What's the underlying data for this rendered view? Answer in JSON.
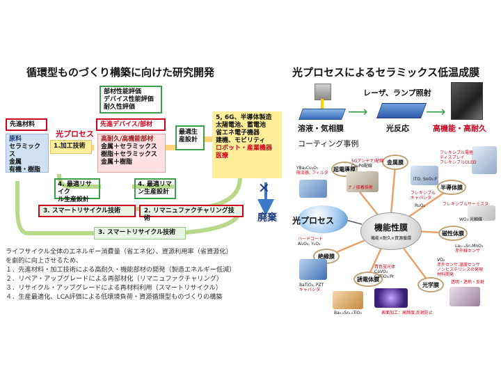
{
  "left": {
    "title": "循環型ものづくり構築に向けた研究開発",
    "eval_items": [
      "部材性能評価",
      "デバイス性能評価",
      "耐久性評価"
    ],
    "advanced_material_header": "先進材料",
    "raw_material": [
      "原料",
      "セラミックス",
      "金属",
      "有機・樹脂"
    ],
    "photo_process_label": "光プロセス",
    "step1": "1.加工技術",
    "advanced_device_header": "先進デバイス/部材",
    "device_items": [
      "高耐久/高機能部材",
      "金属＋セラミックス",
      "樹脂＋セラミックス",
      "金属＋樹脂"
    ],
    "optimal_design": [
      "最適生",
      "産設計"
    ],
    "applications": [
      "5, 6G、半導体製造",
      "太陽電池、蓄電池",
      "省エネ電子機器",
      "建機、モビリティ"
    ],
    "applications_red": [
      "ロボット・産業機器",
      "医療"
    ],
    "step4a": [
      "4. 最適リサイク",
      "ル生産設計"
    ],
    "step4b": [
      "4. 最適リマ",
      "ン生産設計"
    ],
    "step3a": "3. スマートリサイクル技術",
    "step2": "2. リマニュファクチャリング技術",
    "step3b": "3. スマートリサイクル技術",
    "disposal": "廃棄",
    "summary_lines": [
      "ライフサイクル全体のエネルギー消費量（省エネ化）、資源利用率（省資源化）",
      "を劇的に向上させるため、",
      "１．先進材料・加工技術による高耐久・機能部材の開発（製造エネルギー低減）",
      "２．リペア・アップグレードによる再部材化（リマニュファクチャリング）",
      "３．リサイクル・アップグレードによる再材料利用（スマートリサイクル）",
      "４．生産最適化、LCA評価による低環境負荷・資源循環型ものづくりの構築"
    ]
  },
  "right": {
    "title": "光プロセスによるセラミックス低温成膜",
    "laser_label": "レーザ、ランプ照射",
    "step_labels": [
      "溶液・気相膜",
      "光反応",
      "高機能・高耐久"
    ],
    "coating_title": "コーティング事例",
    "center_node": "機能性膜",
    "center_sub": "機能×耐久×資源循環",
    "photo_process_node": "光プロセス",
    "nodes": [
      "超電導膜",
      "金属膜",
      "半導体膜",
      "磁性体膜",
      "光学膜",
      "誘電体膜",
      "絶縁膜"
    ],
    "examples": {
      "superconductor": [
        "YBa₂Cu₃O₇",
        "限流器, フィルタ"
      ],
      "antenna": [
        "5Gアンテナ/配線",
        "Cu₂Pd配線"
      ],
      "nano": [
        "ナノ接着技術"
      ],
      "flexible": [
        "フレキシブル電極",
        "ディスプレイ",
        "フレキシブルOLED"
      ],
      "ito": [
        "ITO, SnO₂:F"
      ],
      "flex_cap": [
        "フレキシブル",
        "キャパシタ"
      ],
      "ruo": [
        "RuO₂"
      ],
      "thermistor": [
        "フレキシブルサーミスタ"
      ],
      "wo3": [
        "WO₃ 光触媒"
      ],
      "lsmo": [
        "La₁₋ₓSrₓMnO₃",
        "赤外線センサ"
      ],
      "vo2": [
        "VO₂",
        "赤外センサ,温度センサ",
        "ノンヒステリシスの発現",
        "材料開発"
      ],
      "hardcoat": [
        "ハードコート",
        "Al₂O₃, Y₂O₃"
      ],
      "phosphor": [
        "青色蛍光体",
        "CaVO₄",
        "CaTiO₃:Pr"
      ],
      "batio": [
        "BaTiO₃, PZT",
        "キャパシタ"
      ],
      "bst": [
        "Ba₀.₅Sr₀.₅TiO₃"
      ],
      "optical": [
        "透明・遮熱・反射"
      ],
      "optical2": [
        "表面加工：高輝度,反射防止"
      ]
    }
  },
  "colors": {
    "red": "#d0021b",
    "green": "#3aa14a",
    "yellow": "#ffef9a",
    "blue": "#3e78c8"
  }
}
